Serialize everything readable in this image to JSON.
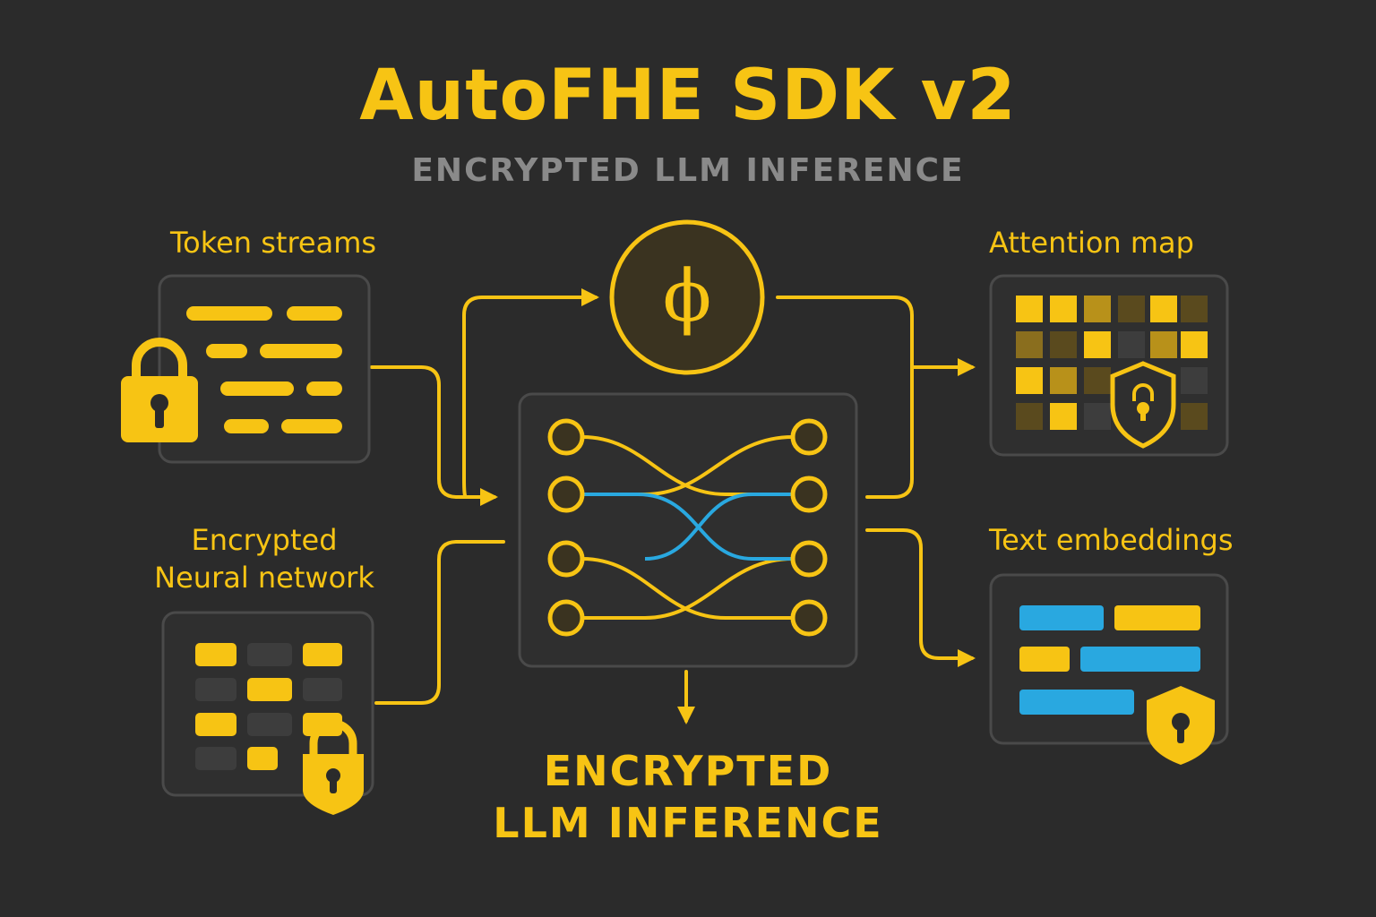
{
  "title": "AutoFHE SDK v2",
  "subtitle": "ENCRYPTED LLM INFERENCE",
  "nodes": {
    "token_streams": "Token streams",
    "encrypted_nn_line1": "Encrypted",
    "encrypted_nn_line2": "Neural network",
    "attention_map": "Attention map",
    "text_embeddings": "Text embeddings"
  },
  "phi_symbol": "ϕ",
  "output": {
    "line1": "ENCRYPTED",
    "line2": "LLM INFERENCE"
  },
  "colors": {
    "background": "#2b2b2b",
    "accent_yellow": "#f7c414",
    "accent_blue": "#29a8e0",
    "panel": "#2f2f2f",
    "panel_border": "#4a4a4a",
    "subtitle_gray": "#8a8a8a"
  },
  "icons": [
    "lock-icon",
    "shield-lock-icon",
    "phi-icon",
    "arrow-icon"
  ]
}
